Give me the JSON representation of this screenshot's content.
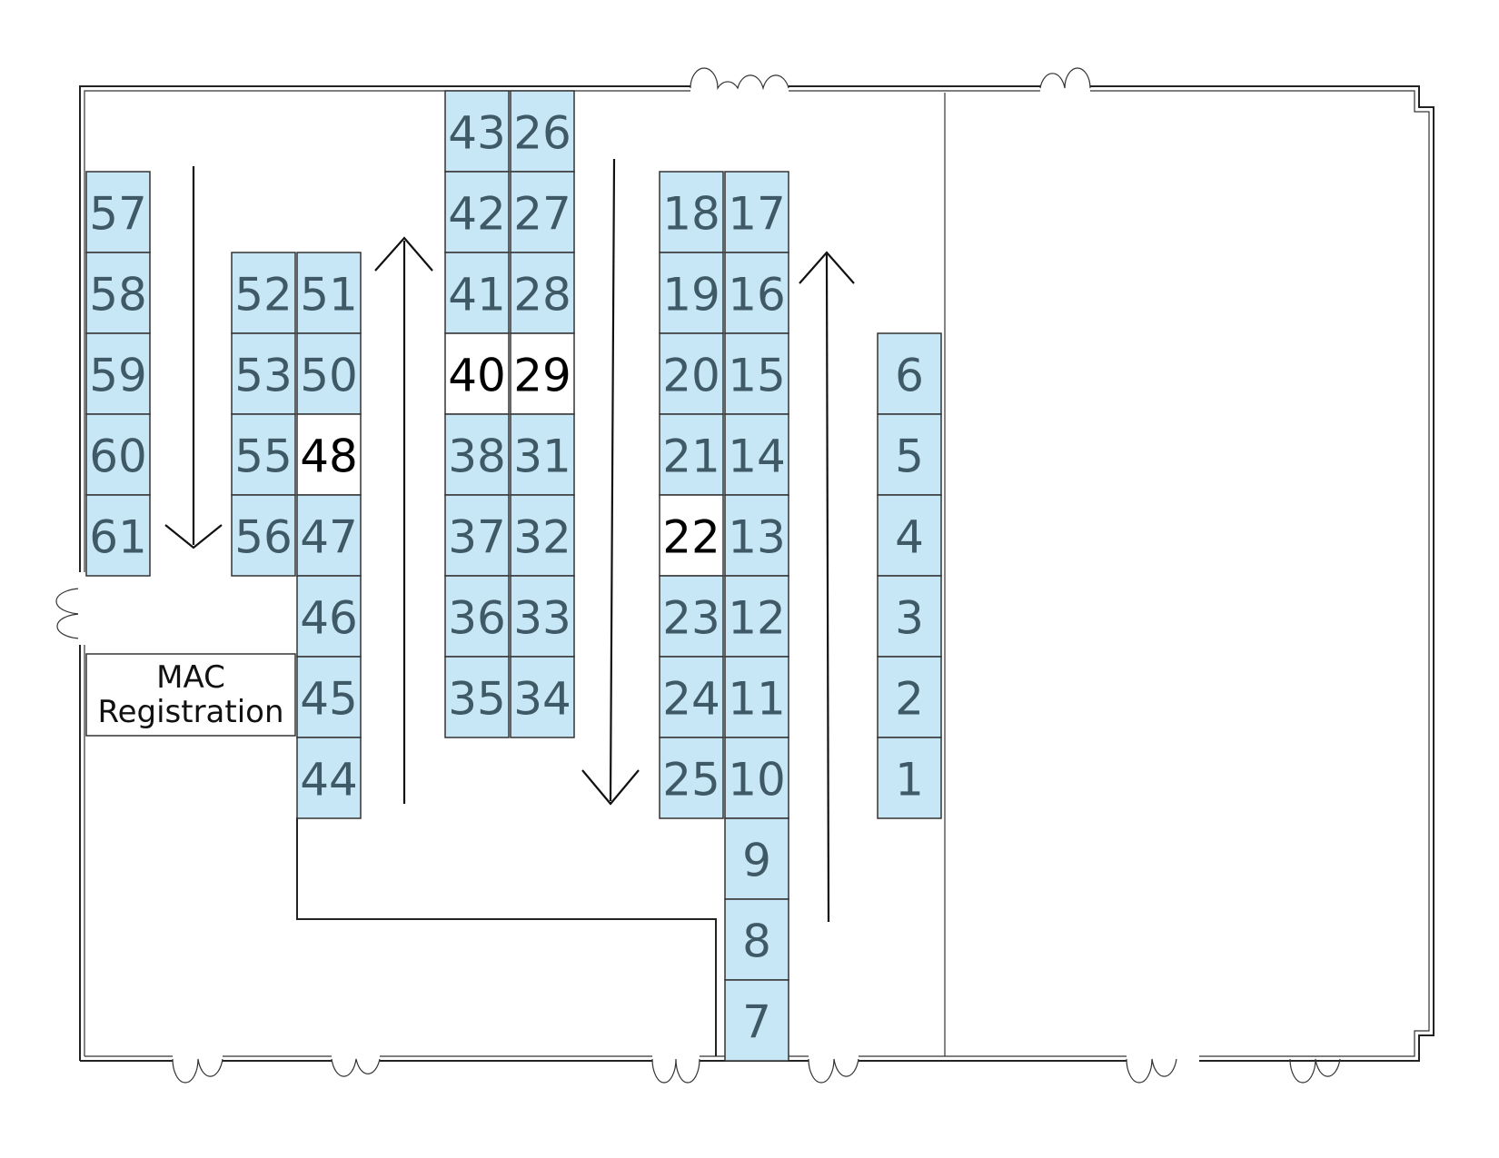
{
  "colors": {
    "booth_fill": "#c7e7f6",
    "booth_empty_fill": "#ffffff",
    "booth_text": "#3f5a66",
    "booth_empty_text": "#000000"
  },
  "registration": {
    "line1": "MAC",
    "line2": "Registration"
  },
  "booths": [
    {
      "num": "57",
      "col": 0,
      "row": 1,
      "empty": false
    },
    {
      "num": "58",
      "col": 0,
      "row": 2,
      "empty": false
    },
    {
      "num": "59",
      "col": 0,
      "row": 3,
      "empty": false
    },
    {
      "num": "60",
      "col": 0,
      "row": 4,
      "empty": false
    },
    {
      "num": "61",
      "col": 0,
      "row": 5,
      "empty": false
    },
    {
      "num": "52",
      "col": 1,
      "row": 2,
      "empty": false
    },
    {
      "num": "53",
      "col": 1,
      "row": 3,
      "empty": false
    },
    {
      "num": "55",
      "col": 1,
      "row": 4,
      "empty": false
    },
    {
      "num": "56",
      "col": 1,
      "row": 5,
      "empty": false
    },
    {
      "num": "51",
      "col": 2,
      "row": 2,
      "empty": false
    },
    {
      "num": "50",
      "col": 2,
      "row": 3,
      "empty": false
    },
    {
      "num": "48",
      "col": 2,
      "row": 4,
      "empty": true
    },
    {
      "num": "47",
      "col": 2,
      "row": 5,
      "empty": false
    },
    {
      "num": "46",
      "col": 2,
      "row": 6,
      "empty": false
    },
    {
      "num": "45",
      "col": 2,
      "row": 7,
      "empty": false
    },
    {
      "num": "44",
      "col": 2,
      "row": 8,
      "empty": false
    },
    {
      "num": "43",
      "col": 3,
      "row": 0,
      "empty": false
    },
    {
      "num": "42",
      "col": 3,
      "row": 1,
      "empty": false
    },
    {
      "num": "41",
      "col": 3,
      "row": 2,
      "empty": false
    },
    {
      "num": "40",
      "col": 3,
      "row": 3,
      "empty": true
    },
    {
      "num": "38",
      "col": 3,
      "row": 4,
      "empty": false
    },
    {
      "num": "37",
      "col": 3,
      "row": 5,
      "empty": false
    },
    {
      "num": "36",
      "col": 3,
      "row": 6,
      "empty": false
    },
    {
      "num": "35",
      "col": 3,
      "row": 7,
      "empty": false
    },
    {
      "num": "26",
      "col": 4,
      "row": 0,
      "empty": false
    },
    {
      "num": "27",
      "col": 4,
      "row": 1,
      "empty": false
    },
    {
      "num": "28",
      "col": 4,
      "row": 2,
      "empty": false
    },
    {
      "num": "29",
      "col": 4,
      "row": 3,
      "empty": true
    },
    {
      "num": "31",
      "col": 4,
      "row": 4,
      "empty": false
    },
    {
      "num": "32",
      "col": 4,
      "row": 5,
      "empty": false
    },
    {
      "num": "33",
      "col": 4,
      "row": 6,
      "empty": false
    },
    {
      "num": "34",
      "col": 4,
      "row": 7,
      "empty": false
    },
    {
      "num": "18",
      "col": 5,
      "row": 1,
      "empty": false
    },
    {
      "num": "19",
      "col": 5,
      "row": 2,
      "empty": false
    },
    {
      "num": "20",
      "col": 5,
      "row": 3,
      "empty": false
    },
    {
      "num": "21",
      "col": 5,
      "row": 4,
      "empty": false
    },
    {
      "num": "22",
      "col": 5,
      "row": 5,
      "empty": true
    },
    {
      "num": "23",
      "col": 5,
      "row": 6,
      "empty": false
    },
    {
      "num": "24",
      "col": 5,
      "row": 7,
      "empty": false
    },
    {
      "num": "25",
      "col": 5,
      "row": 8,
      "empty": false
    },
    {
      "num": "17",
      "col": 6,
      "row": 1,
      "empty": false
    },
    {
      "num": "16",
      "col": 6,
      "row": 2,
      "empty": false
    },
    {
      "num": "15",
      "col": 6,
      "row": 3,
      "empty": false
    },
    {
      "num": "14",
      "col": 6,
      "row": 4,
      "empty": false
    },
    {
      "num": "13",
      "col": 6,
      "row": 5,
      "empty": false
    },
    {
      "num": "12",
      "col": 6,
      "row": 6,
      "empty": false
    },
    {
      "num": "11",
      "col": 6,
      "row": 7,
      "empty": false
    },
    {
      "num": "10",
      "col": 6,
      "row": 8,
      "empty": false
    },
    {
      "num": "9",
      "col": 6,
      "row": 9,
      "empty": false
    },
    {
      "num": "8",
      "col": 6,
      "row": 10,
      "empty": false
    },
    {
      "num": "7",
      "col": 6,
      "row": 11,
      "empty": false
    },
    {
      "num": "6",
      "col": 7,
      "row": 3,
      "empty": false
    },
    {
      "num": "5",
      "col": 7,
      "row": 4,
      "empty": false
    },
    {
      "num": "4",
      "col": 7,
      "row": 5,
      "empty": false
    },
    {
      "num": "3",
      "col": 7,
      "row": 6,
      "empty": false
    },
    {
      "num": "2",
      "col": 7,
      "row": 7,
      "empty": false
    },
    {
      "num": "1",
      "col": 7,
      "row": 8,
      "empty": false
    }
  ]
}
